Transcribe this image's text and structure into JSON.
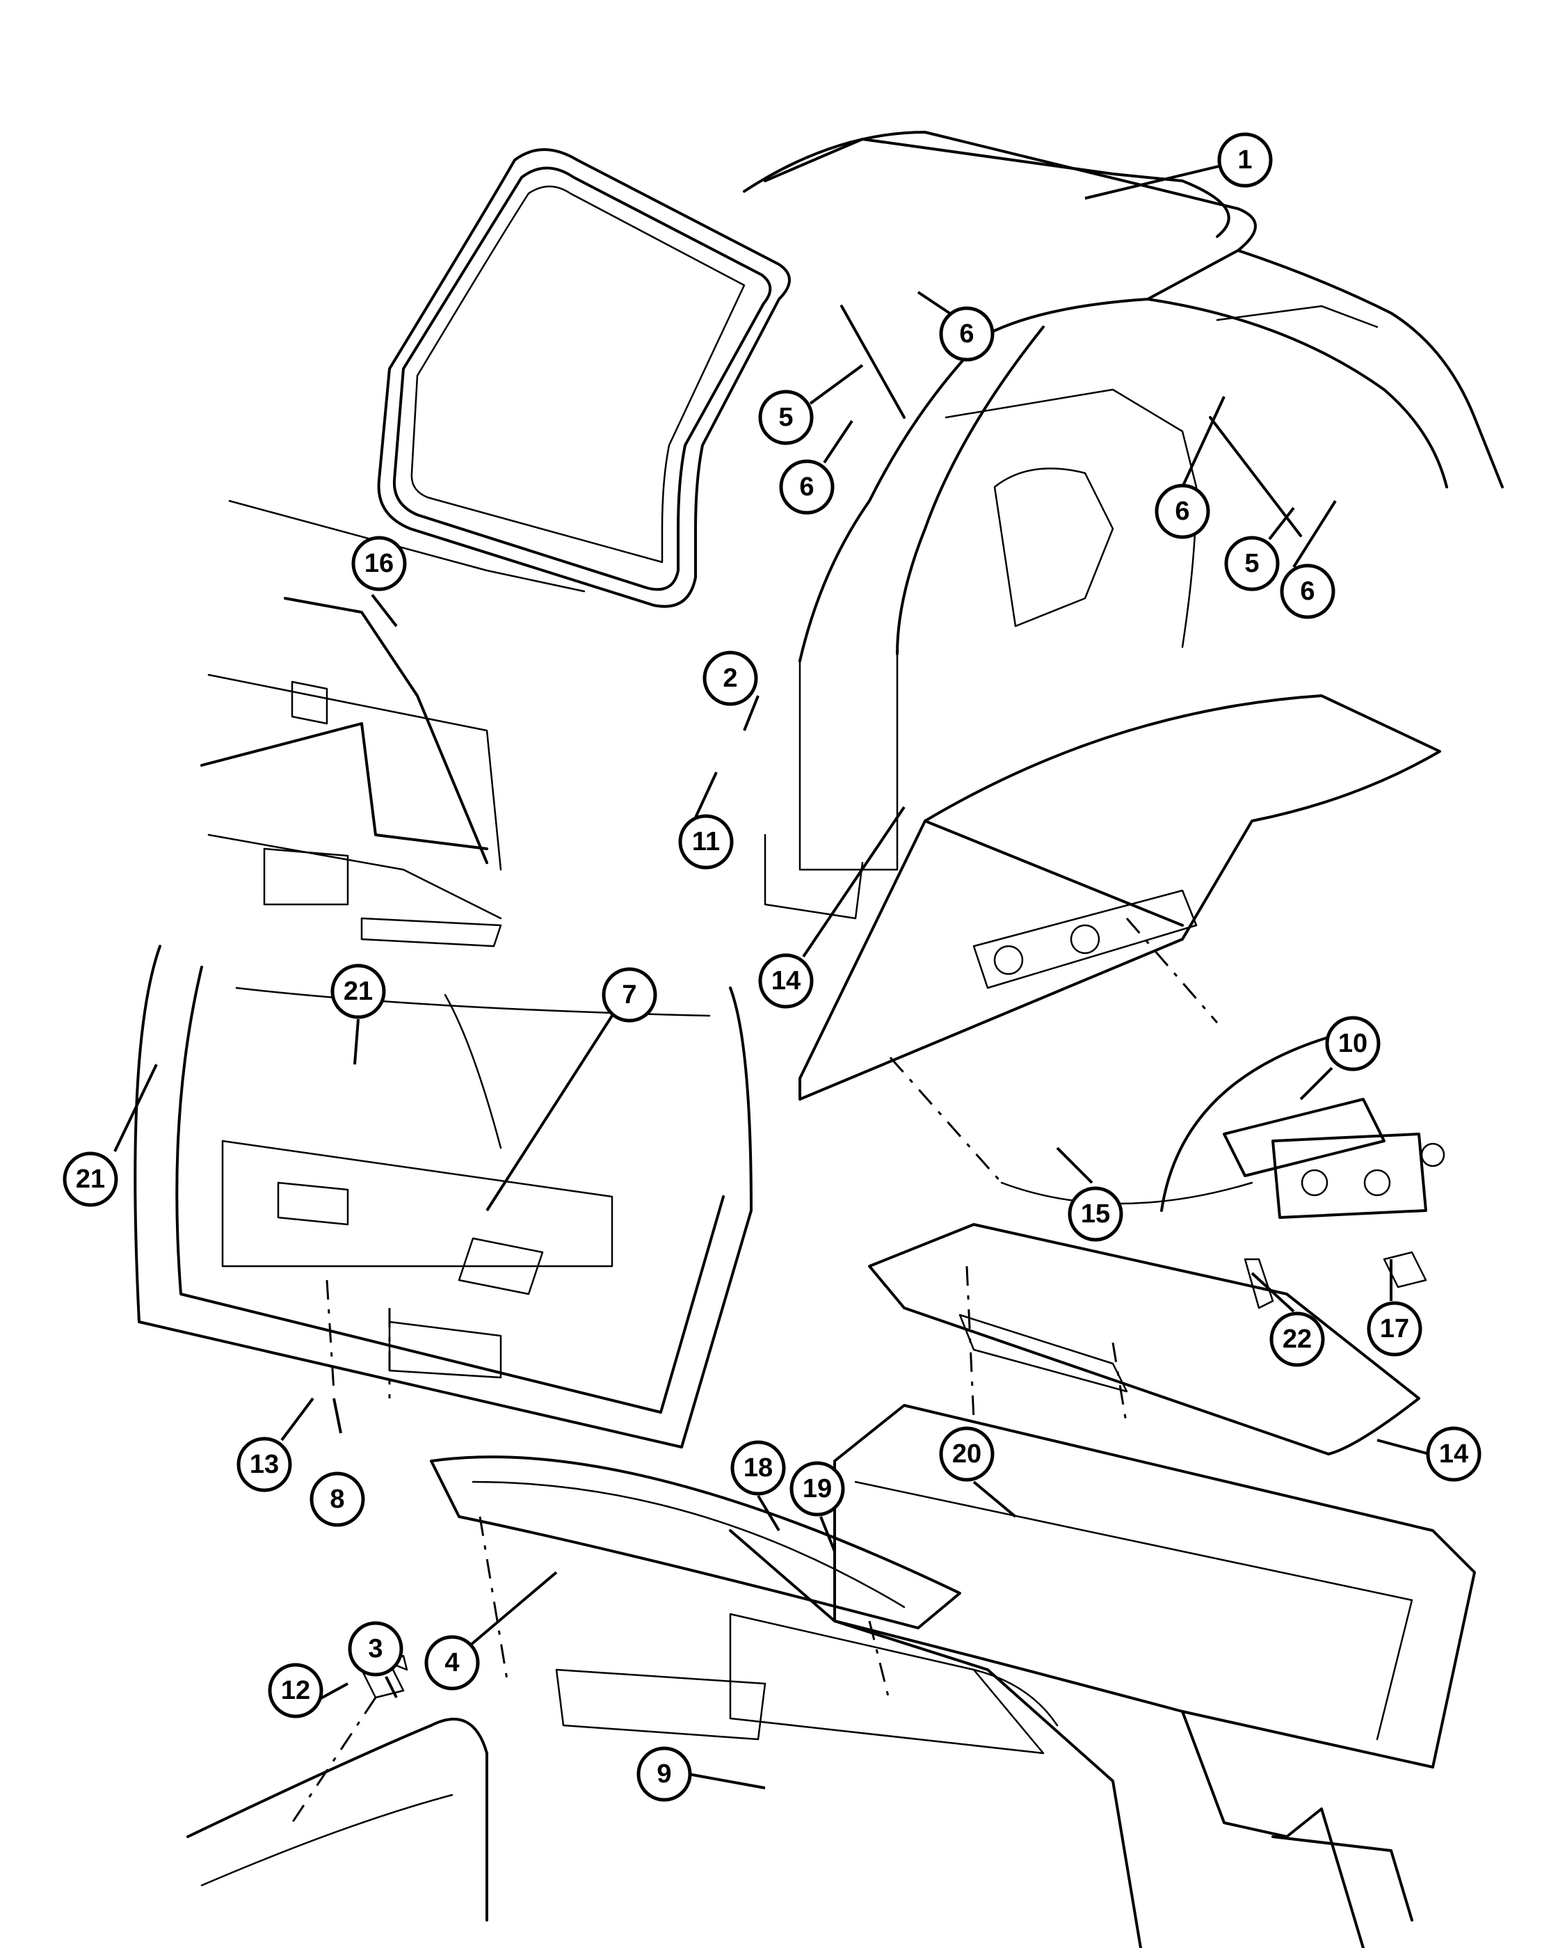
{
  "callouts": [
    {
      "id": "1",
      "label": "1"
    },
    {
      "id": "2",
      "label": "2"
    },
    {
      "id": "3",
      "label": "3"
    },
    {
      "id": "4",
      "label": "4"
    },
    {
      "id": "5a",
      "label": "5"
    },
    {
      "id": "5b",
      "label": "5"
    },
    {
      "id": "6a",
      "label": "6"
    },
    {
      "id": "6b",
      "label": "6"
    },
    {
      "id": "6c",
      "label": "6"
    },
    {
      "id": "6d",
      "label": "6"
    },
    {
      "id": "7",
      "label": "7"
    },
    {
      "id": "8",
      "label": "8"
    },
    {
      "id": "9",
      "label": "9"
    },
    {
      "id": "10",
      "label": "10"
    },
    {
      "id": "11",
      "label": "11"
    },
    {
      "id": "12",
      "label": "12"
    },
    {
      "id": "13",
      "label": "13"
    },
    {
      "id": "14a",
      "label": "14"
    },
    {
      "id": "14b",
      "label": "14"
    },
    {
      "id": "15",
      "label": "15"
    },
    {
      "id": "16",
      "label": "16"
    },
    {
      "id": "17",
      "label": "17"
    },
    {
      "id": "18",
      "label": "18"
    },
    {
      "id": "19",
      "label": "19"
    },
    {
      "id": "20",
      "label": "20"
    },
    {
      "id": "21a",
      "label": "21"
    },
    {
      "id": "21b",
      "label": "21"
    },
    {
      "id": "22",
      "label": "22"
    }
  ]
}
